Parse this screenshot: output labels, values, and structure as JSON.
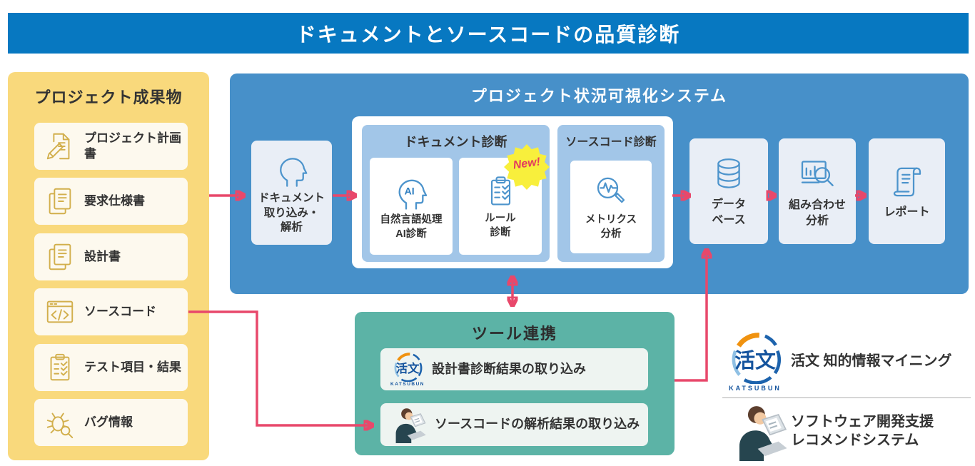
{
  "header": {
    "title": "ドキュメントとソースコードの品質診断"
  },
  "artifacts": {
    "title": "プロジェクト成果物",
    "items": [
      {
        "label": "プロジェクト計画書",
        "icon": "document-pencil-icon"
      },
      {
        "label": "要求仕様書",
        "icon": "documents-icon"
      },
      {
        "label": "設計書",
        "icon": "documents-icon"
      },
      {
        "label": "ソースコード",
        "icon": "code-window-icon"
      },
      {
        "label": "テスト項目・結果",
        "icon": "clipboard-check-icon"
      },
      {
        "label": "バグ情報",
        "icon": "bug-search-icon"
      }
    ]
  },
  "system": {
    "title": "プロジェクト状況可視化システム",
    "intake": {
      "label": "ドキュメント\n取り込み・\n解析",
      "icon": "head-profile-icon"
    },
    "document_diagnosis": {
      "title": "ドキュメント診断",
      "nlp_box": {
        "label": "自然言語処理\nAI診断",
        "icon": "ai-head-icon",
        "ai_text": "AI"
      },
      "rule_box": {
        "label": "ルール\n診断",
        "icon": "clipboard-rule-icon",
        "badge": "New!"
      }
    },
    "source_diagnosis": {
      "title": "ソースコード診断",
      "metrics_box": {
        "label": "メトリクス\n分析",
        "icon": "metrics-magnifier-icon"
      }
    },
    "database": {
      "label": "データ\nベース",
      "icon": "database-icon"
    },
    "combination": {
      "label": "組み合わせ\n分析",
      "icon": "chart-magnifier-icon"
    },
    "report": {
      "label": "レポート",
      "icon": "report-scroll-icon"
    }
  },
  "tools": {
    "title": "ツール連携",
    "rows": [
      {
        "label": "設計書診断結果の取り込み",
        "icon": "katsubun-logo"
      },
      {
        "label": "ソースコードの解析結果の取り込み",
        "icon": "person-laptop-icon"
      }
    ]
  },
  "legend": {
    "items": [
      {
        "label": "活文 知的情報マイニング",
        "icon": "katsubun-logo"
      },
      {
        "label": "ソフトウェア開発支援\nレコメンドシステム",
        "icon": "person-laptop-icon"
      }
    ]
  },
  "logo": {
    "kanji": "活文",
    "romaji": "KATSUBUN"
  },
  "colors": {
    "header_blue": "#0778c1",
    "panel_blue": "#4790c9",
    "subpanel_blue": "#a2c6e8",
    "box_gray_blue": "#e9eef6",
    "panel_yellow": "#f9d97c",
    "row_cream": "#fdf9ee",
    "icon_yellow": "#d2af4c",
    "icon_blue": "#4d94cc",
    "panel_teal": "#5cb3a6",
    "row_teal": "#eef4f1",
    "arrow_red": "#e8486b",
    "badge_yellow": "#f8ef3c",
    "badge_text": "#e33b5f",
    "katsubun_blue": "#15549e",
    "katsubun_orange": "#f0920f",
    "text_dark": "#333333"
  }
}
